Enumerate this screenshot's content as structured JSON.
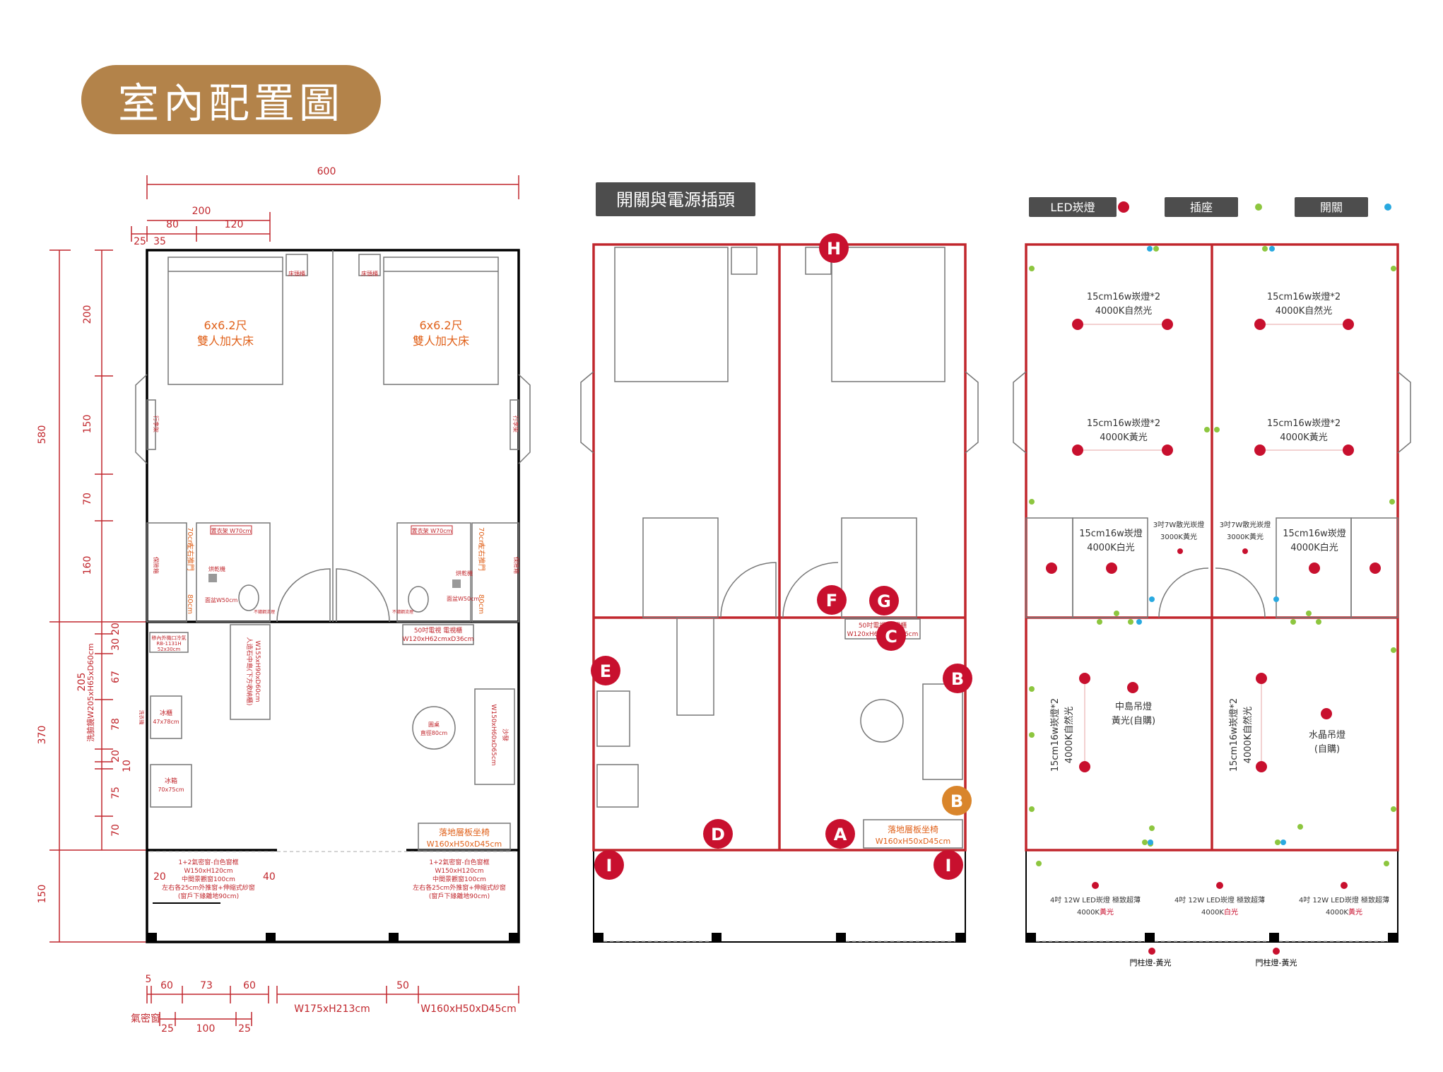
{
  "title": "室內配置圖",
  "panel1": {
    "dims_top": {
      "total": "600",
      "d200": "200",
      "d80": "80",
      "d120": "120",
      "d25": "25",
      "d35": "35"
    },
    "dims_left": {
      "d580": "580",
      "d370": "370",
      "d150_outer": "150",
      "d200": "200",
      "d150": "150",
      "d70": "70",
      "d160": "160",
      "d20a": "20",
      "d30": "30",
      "d67": "67",
      "d78": "78",
      "d20b": "20",
      "d10": "10",
      "d75": "75",
      "d70b": "70",
      "d150b": "150",
      "d205": "205"
    },
    "mirror_wardrobe": "洗臉鏡W205xH65xD60cm",
    "bed_left": {
      "size": "6x6.2尺",
      "name": "雙人加大床"
    },
    "bed_right": {
      "size": "6x6.2尺",
      "name": "雙人加大床"
    },
    "nightstand": "床頭櫃",
    "luggage_rack": "行李架",
    "wardrobe": "置衣架 W70cm",
    "door_sliding": "左右推門",
    "size_70cm": "70cm",
    "size_80cm": "80cm",
    "dryer": "烘乾機",
    "sink_basin": "面盆W50cm",
    "safe": "保險箱",
    "sink_label": "不鏽鋼流理",
    "ac_left": {
      "label": "移內外機口冷氣",
      "model": "RB-1131H",
      "size": "52x30cm"
    },
    "tv_cabinet": "50吋電視 電視櫃",
    "tv_size": "W120xH62cmxD36cm",
    "stone_table": {
      "label": "人造石中島(下方收納櫃)",
      "size": "W155xH90xD60cm"
    },
    "fridge_box": "冰櫃",
    "fridge_box_size": "47x78cm",
    "fridge": "冰箱",
    "fridge_size": "70x75cm",
    "dryer_label": "洗衣機",
    "round_table": {
      "label": "圓桌",
      "size": "直徑80cm"
    },
    "sofa": {
      "label": "沙發",
      "size": "W150xH60xD65cm"
    },
    "floor_bench": {
      "label": "落地層板坐椅",
      "size": "W160xH50xD45cm"
    },
    "window_left": [
      "1+2氣密窗-白色窗框",
      "W150xH120cm",
      "中間景觀窗100cm",
      "左右各25cm外推窗+伸縮式紗窗",
      "(窗戶下緣離地90cm)"
    ],
    "window_right": [
      "1+2氣密窗-白色窗框",
      "W150xH120cm",
      "中間景觀窗100cm",
      "左右各25cm外推窗+伸縮式紗窗",
      "(窗戶下緣離地90cm)"
    ],
    "d20": "20",
    "d40": "40",
    "dims_bottom": {
      "d5": "5",
      "d60a": "60",
      "d73": "73",
      "d60b": "60",
      "door": "W175xH213cm",
      "d50": "50",
      "bench": "W160xH50xD45cm",
      "airtight": "氣密窗",
      "d25a": "25",
      "d100": "100",
      "d25b": "25"
    }
  },
  "panel2": {
    "tag": "開關與電源插頭",
    "markers": [
      "H",
      "F",
      "G",
      "C",
      "E",
      "B",
      "B",
      "D",
      "A",
      "I",
      "I"
    ],
    "tv_label": "50吋電視 電視櫃",
    "tv_size": "W120xH62cmxD36cm",
    "bench": "落地層板坐椅",
    "bench_size": "W160xH50xD45cm"
  },
  "panel3": {
    "legend": [
      {
        "label": "LED崁燈",
        "color": "#c8102e"
      },
      {
        "label": "插座",
        "color": "#8dc63f"
      },
      {
        "label": "開關",
        "color": "#29a9e0"
      }
    ],
    "light_top_1": [
      "15cm16w崁燈*2",
      "4000K自然光"
    ],
    "light_top_2": [
      "15cm16w崁燈*2",
      "4000K自然光"
    ],
    "light_mid_1": [
      "15cm16w崁燈*2",
      "4000K黃光"
    ],
    "light_mid_2": [
      "15cm16w崁燈*2",
      "4000K黃光"
    ],
    "bath_1": [
      "15cm16w崁燈",
      "4000K白光"
    ],
    "bath_2": [
      "15cm16w崁燈",
      "4000K白光"
    ],
    "hall_1": [
      "3吋7W散光崁燈",
      "3000K黃光"
    ],
    "hall_2": [
      "3吋7W散光崁燈",
      "3000K黃光"
    ],
    "living_left_vertical": [
      "15cm16w崁燈*2",
      "4000K自然光"
    ],
    "living_right_vertical": [
      "15cm16w崁燈*2",
      "4000K自然光"
    ],
    "pendant_1": [
      "中島吊燈",
      "黃光(自購)"
    ],
    "pendant_2": [
      "水晶吊燈",
      "(自購)"
    ],
    "porch_1": {
      "line1": "4吋 12W LED崁燈 極致超薄",
      "line2_a": "4000K",
      "line2_b": "黃光"
    },
    "porch_2": {
      "line1": "4吋 12W LED崁燈 極致超薄",
      "line2_a": "4000K",
      "line2_b": "白光"
    },
    "porch_3": {
      "line1": "4吋 12W LED崁燈 極致超薄",
      "line2_a": "4000K",
      "line2_b": "黃光"
    },
    "pillar_1": "門柱燈-黃光",
    "pillar_2": "門柱燈-黃光"
  }
}
